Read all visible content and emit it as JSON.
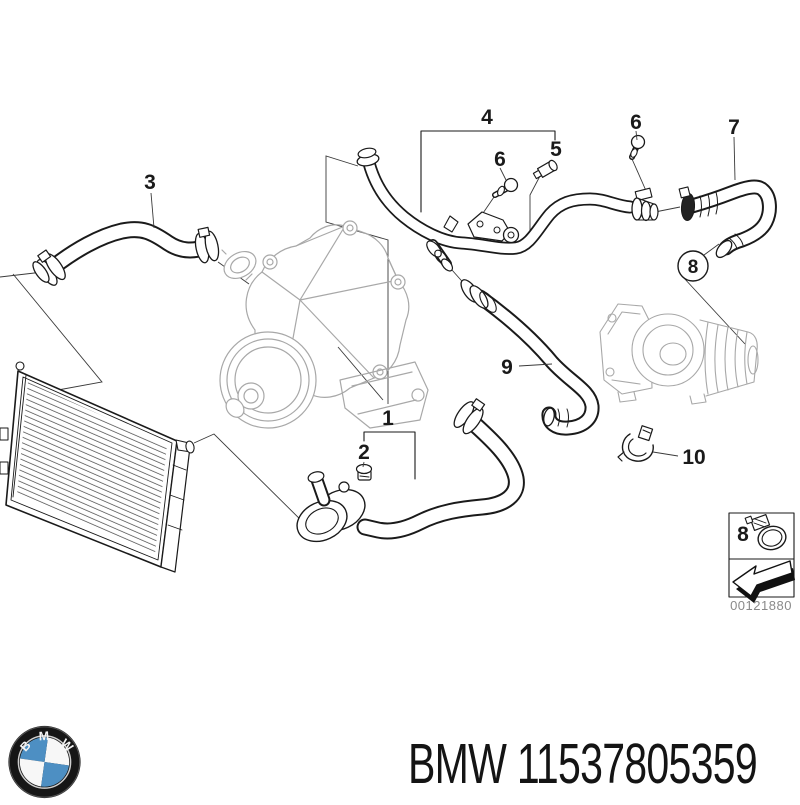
{
  "colors": {
    "line": "#1a1a1a",
    "gray": "#a8a8a8",
    "leader": "#3a3a3a",
    "code_gray": "#8a8a8a",
    "title": "#141414",
    "logo_blue": "#4d8fc3"
  },
  "diagram": {
    "callouts": {
      "c1": "1",
      "c2": "2",
      "c3": "3",
      "c4": "4",
      "c5": "5",
      "c6a": "6",
      "c6b": "6",
      "c7": "7",
      "c8_circle": "8",
      "c9": "9",
      "c10": "10"
    },
    "detail_box": {
      "ref": "8",
      "image_code": "00121880"
    }
  },
  "footer": {
    "part_title": "BMW 11537805359",
    "logo_letters": [
      "B",
      "M",
      "W"
    ]
  }
}
